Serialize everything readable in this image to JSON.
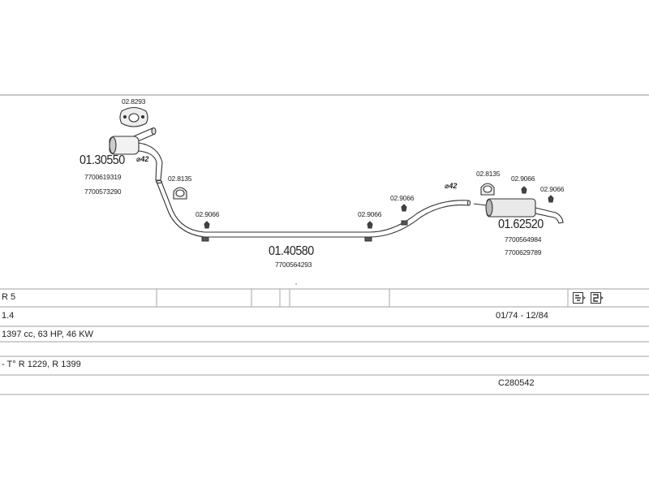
{
  "parts": {
    "front_muffler": {
      "number": "01.30550",
      "refs": [
        "7700619319",
        "7700573290"
      ]
    },
    "middle_pipe": {
      "number": "01.40580",
      "ref": "7700564293"
    },
    "rear_muffler": {
      "number": "01.62520",
      "refs": [
        "7700564984",
        "7700629789"
      ]
    },
    "gasket_top": "02.8293",
    "clamp_left": "02.8135",
    "clamp_right": "02.8135",
    "hanger_1": "02.9066",
    "hanger_2": "02.9066",
    "hanger_3": "02.9066",
    "hanger_4": "02.9066",
    "hanger_5": "02.9066",
    "diameter_left": "⌀42",
    "diameter_right": "⌀42"
  },
  "info": {
    "model": "R 5",
    "engine": "1.4",
    "period": "01/74 - 12/84",
    "specs": "1397 cc, 63 HP, 46 KW",
    "types": "- T° R 1229, R 1399",
    "code": "C280542"
  },
  "icons": [
    "pipe-connector-icon",
    "flex-connector-icon"
  ],
  "colors": {
    "line": "#b5b5b5",
    "drawing": "#333333"
  }
}
